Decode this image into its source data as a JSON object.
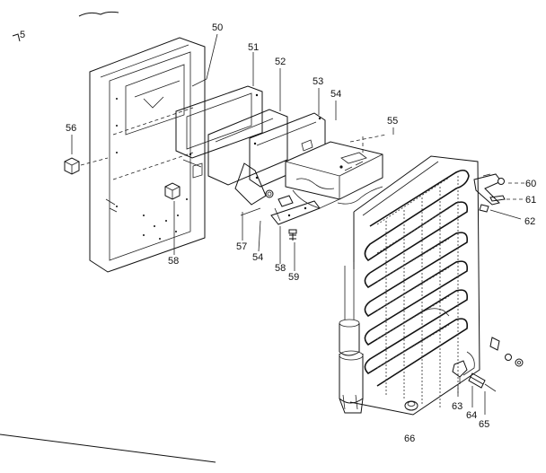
{
  "diagram": {
    "corner_mark": "5",
    "labels": [
      "50",
      "51",
      "52",
      "53",
      "54",
      "55",
      "56",
      "57",
      "54",
      "58",
      "59",
      "58",
      "60",
      "61",
      "62",
      "63",
      "64",
      "65",
      "66"
    ]
  }
}
